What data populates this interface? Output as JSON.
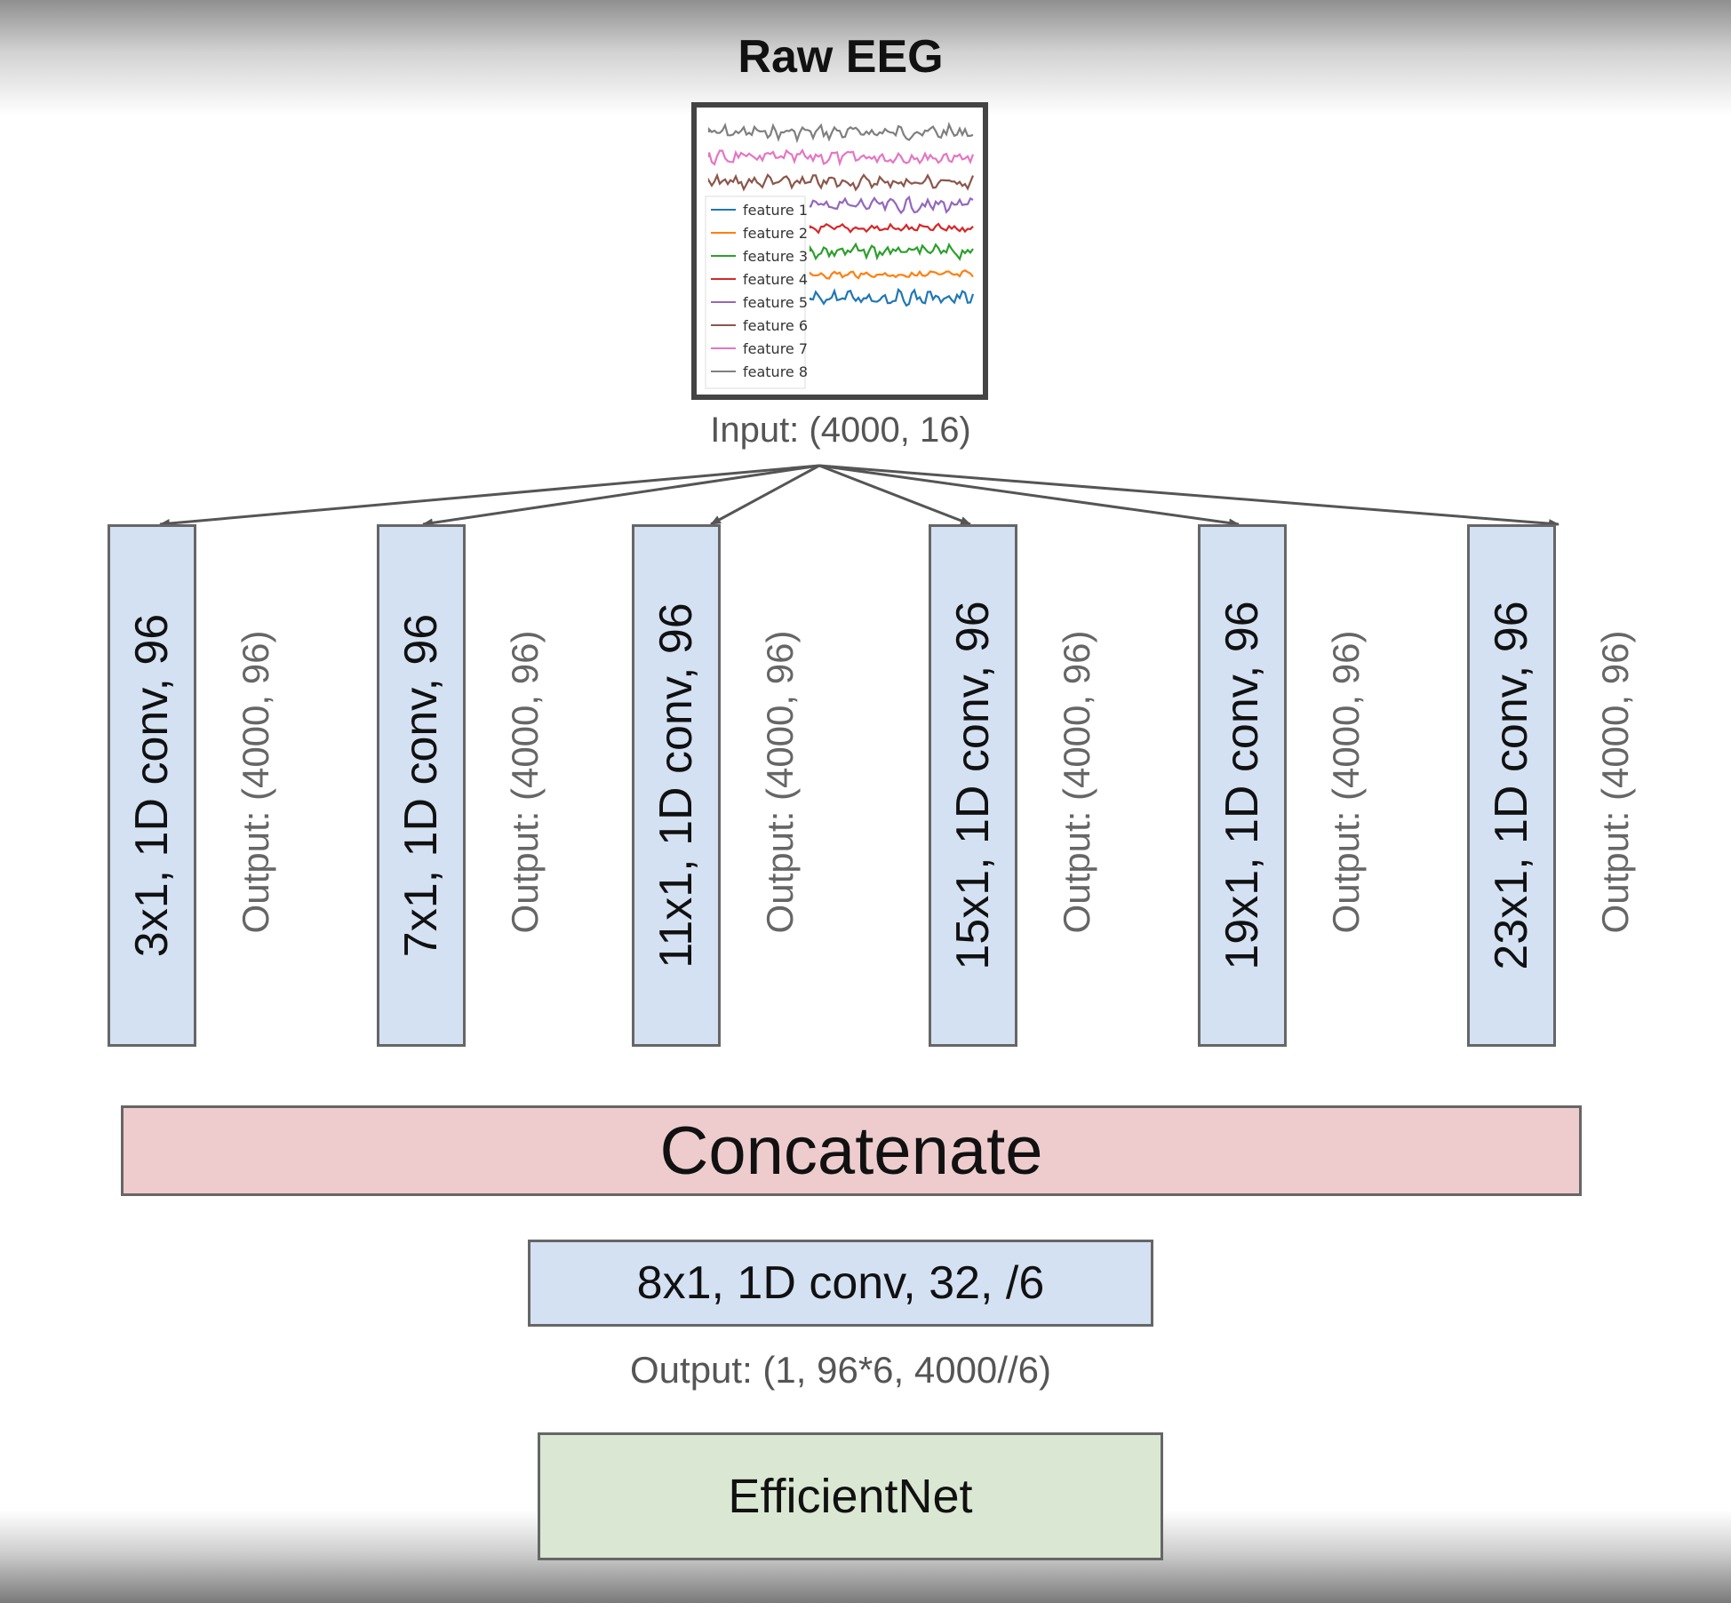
{
  "title": "Raw EEG",
  "input": {
    "label": "Input: (4000, 16)",
    "legend": [
      "feature 1",
      "feature 2",
      "feature 3",
      "feature 4",
      "feature 5",
      "feature 6",
      "feature 7",
      "feature 8"
    ],
    "traces": [
      {
        "color": "#7f7f7f"
      },
      {
        "color": "#e377c2"
      },
      {
        "color": "#8c564b"
      },
      {
        "color": "#9467bd"
      },
      {
        "color": "#d62728"
      },
      {
        "color": "#2ca02c"
      },
      {
        "color": "#ff7f0e"
      },
      {
        "color": "#1f77b4"
      }
    ]
  },
  "branches": [
    {
      "label": "3x1, 1D conv, 96",
      "output": "Output: (4000, 96)"
    },
    {
      "label": "7x1, 1D conv, 96",
      "output": "Output: (4000, 96)"
    },
    {
      "label": "11x1, 1D conv, 96",
      "output": "Output: (4000, 96)"
    },
    {
      "label": "15x1, 1D conv, 96",
      "output": "Output: (4000, 96)"
    },
    {
      "label": "19x1, 1D conv, 96",
      "output": "Output: (4000, 96)"
    },
    {
      "label": "23x1, 1D conv, 96",
      "output": "Output: (4000, 96)"
    }
  ],
  "concat": {
    "label": "Concatenate"
  },
  "conv2": {
    "label": "8x1, 1D conv, 32, /6",
    "output": "Output: (1, 96*6, 4000//6)"
  },
  "final": {
    "label": "EfficientNet"
  },
  "colors": {
    "conv_fill": "#d4e1f3",
    "concat_fill": "#eecccd",
    "final_fill": "#dae7d3",
    "stroke": "#666666"
  }
}
